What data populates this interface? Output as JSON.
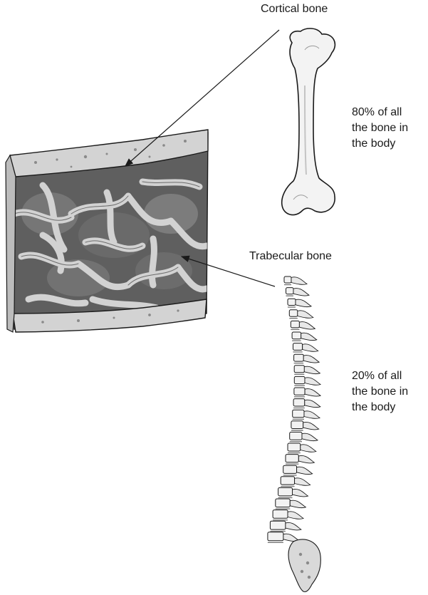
{
  "labels": {
    "cortical": "Cortical bone",
    "trabecular": "Trabecular bone"
  },
  "cortical_share": {
    "line1": "80% of all",
    "line2": "the bone in",
    "line3": "the body"
  },
  "trabecular_share": {
    "line1": "20% of all",
    "line2": "the bone in",
    "line3": "the body"
  },
  "colors": {
    "ink": "#1a1a1a",
    "bone_light": "#f2f2f2",
    "cortical_surface": "#d0d0d0",
    "marrow_space": "#6e6e6e",
    "trabecular_strut": "#cfcfcf"
  }
}
